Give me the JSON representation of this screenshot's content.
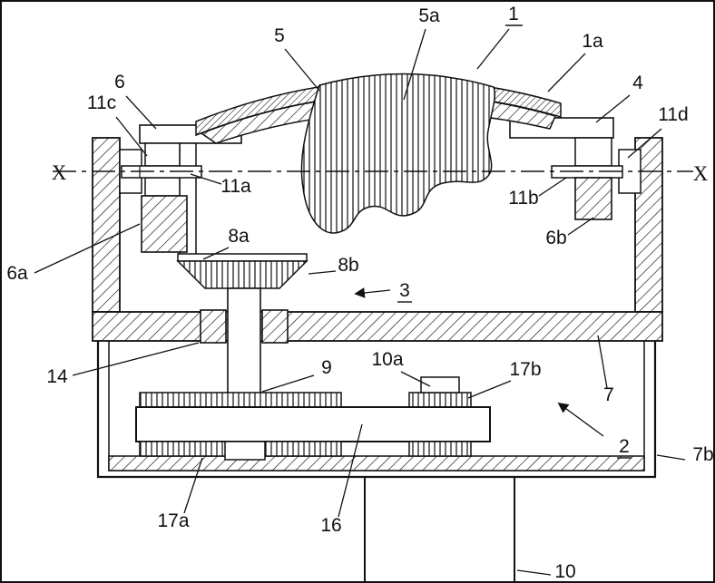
{
  "figure": {
    "type": "patent-cross-section-drawing",
    "background": "#ffffff",
    "ink": "#111111"
  },
  "labels": {
    "n1": {
      "text": "1",
      "underlined": true
    },
    "n1a": {
      "text": "1a"
    },
    "n2": {
      "text": "2",
      "underlined": true
    },
    "n3": {
      "text": "3",
      "underlined": true
    },
    "n4": {
      "text": "4"
    },
    "n5": {
      "text": "5"
    },
    "n5a": {
      "text": "5a"
    },
    "n6": {
      "text": "6"
    },
    "n6a": {
      "text": "6a"
    },
    "n6b": {
      "text": "6b"
    },
    "n7": {
      "text": "7"
    },
    "n7b": {
      "text": "7b"
    },
    "n8a": {
      "text": "8a"
    },
    "n8b": {
      "text": "8b"
    },
    "n9": {
      "text": "9"
    },
    "n10": {
      "text": "10"
    },
    "n10a": {
      "text": "10a"
    },
    "n11a": {
      "text": "11a"
    },
    "n11b": {
      "text": "11b"
    },
    "n11c": {
      "text": "11c"
    },
    "n11d": {
      "text": "11d"
    },
    "n14": {
      "text": "14"
    },
    "n16": {
      "text": "16"
    },
    "n17a": {
      "text": "17a"
    },
    "n17b": {
      "text": "17b"
    },
    "x_left": {
      "text": "X"
    },
    "x_right": {
      "text": "X"
    }
  }
}
